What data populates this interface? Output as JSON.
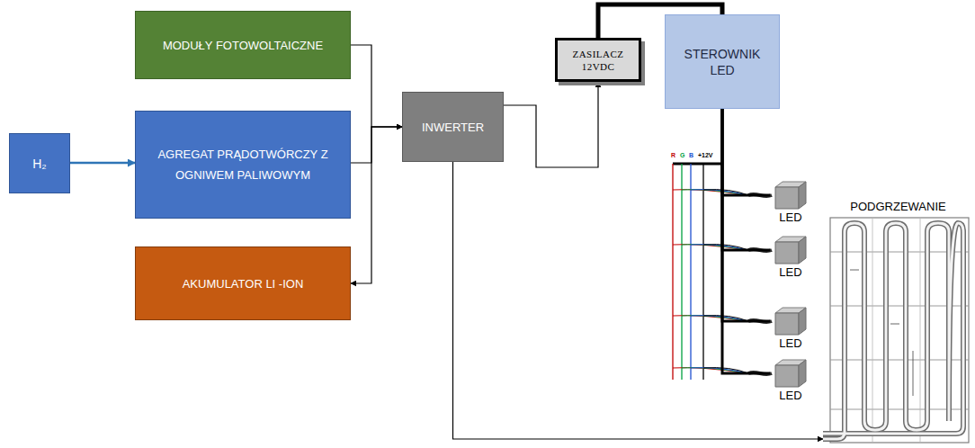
{
  "diagram": {
    "nodes": [
      {
        "text": [
          "MODUŁY FOTOWOLTAICZNE"
        ]
      },
      {
        "text": [
          "H₂"
        ]
      },
      {
        "text": [
          "AGREGAT PRĄDOTWÓRCZY Z OGNIWEM PALIWOWYM"
        ]
      },
      {
        "text": [
          "AKUMULATOR LI -ION"
        ]
      },
      {
        "text": [
          "INWERTER"
        ]
      },
      {
        "text": [
          "ZASILACZ 12VDC"
        ]
      },
      {
        "text": [
          "STEROWNIK LED"
        ]
      },
      {
        "text": [
          "LED"
        ]
      },
      {
        "text": [
          "LED"
        ]
      },
      {
        "text": [
          "LED"
        ]
      },
      {
        "text": [
          "LED"
        ]
      },
      {
        "text": [
          "PODGRZEWANIE"
        ]
      }
    ],
    "edges": [
      {
        "from": 0,
        "to": 4,
        "arrow": "to"
      },
      {
        "from": 2,
        "to": 4,
        "arrow": "to"
      },
      {
        "from": 4,
        "to": 3,
        "arrow": "to"
      },
      {
        "from": 1,
        "to": 2,
        "arrow": "to"
      },
      {
        "from": 4,
        "to": 5,
        "arrow": "to"
      },
      {
        "from": 5,
        "to": 6,
        "arrow": "none"
      },
      {
        "from": 6,
        "to": 7,
        "arrow": "none"
      },
      {
        "from": 6,
        "to": 8,
        "arrow": "none"
      },
      {
        "from": 6,
        "to": 9,
        "arrow": "none"
      },
      {
        "from": 6,
        "to": 10,
        "arrow": "none"
      },
      {
        "from": 4,
        "to": 11,
        "arrow": "to"
      }
    ],
    "labels": [
      "R",
      "G",
      "B",
      "+12V"
    ]
  }
}
